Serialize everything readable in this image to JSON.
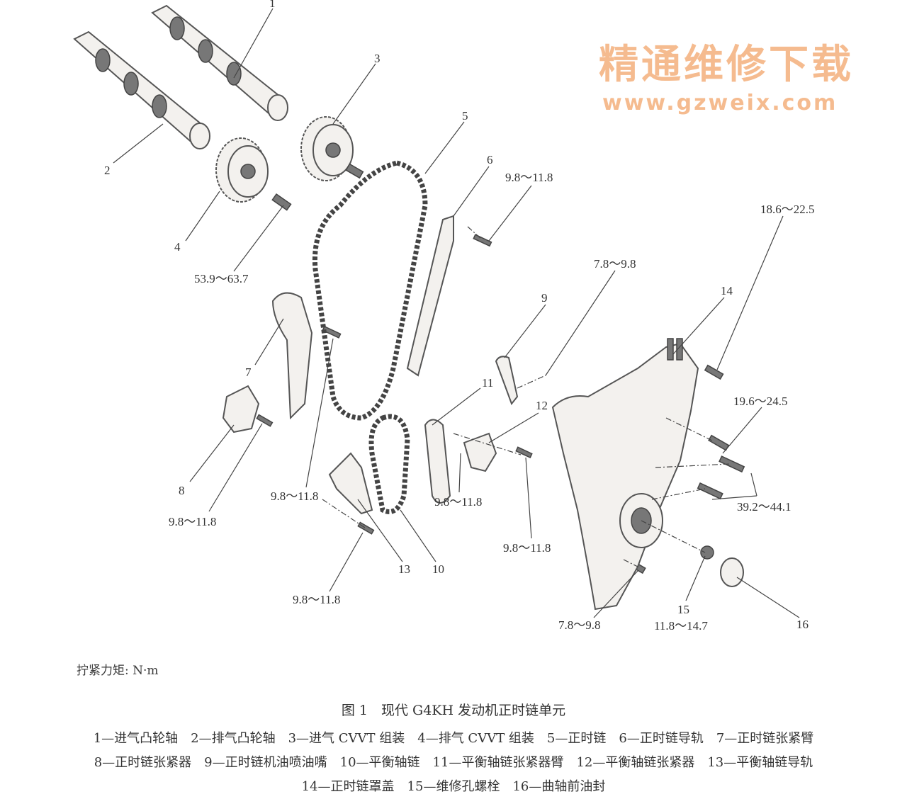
{
  "labels": {
    "p1": "1",
    "p2": "2",
    "p3": "3",
    "p4": "4",
    "p5": "5",
    "p6": "6",
    "p7": "7",
    "p8": "8",
    "p9": "9",
    "p10": "10",
    "p11": "11",
    "p12": "12",
    "p13": "13",
    "p14": "14",
    "p15": "15",
    "p16": "16"
  },
  "torques": {
    "t_cvvt": "53.9～63.7",
    "t_guide6": "9.8～11.8",
    "t_cover_top": "18.6～22.5",
    "t_nozzle": "7.8～9.8",
    "t_arm7": "9.8～11.8",
    "t_tensioner8": "9.8～11.8",
    "t_cover_mid": "19.6～24.5",
    "t_cover_big": "39.2～44.1",
    "t_arm11": "9.8～11.8",
    "t_tensioner12": "9.8～11.8",
    "t_guide13": "9.8～11.8",
    "t_cover_bottom": "7.8～9.8",
    "t_plug15": "11.8～14.7"
  },
  "watermark": {
    "cn": "精通维修下载",
    "url": "www.gzweix.com"
  },
  "torque_unit": "拧紧力矩: N·m",
  "figure_title": "图 1　现代 G4KH 发动机正时链单元",
  "legend_lines": [
    "1—进气凸轮轴　2—排气凸轮轴　3—进气 CVVT 组装　4—排气 CVVT 组装　5—正时链　6—正时链导轨　7—正时链张紧臂",
    "8—正时链张紧器　9—正时链机油喷油嘴　10—平衡轴链　11—平衡轴链张紧器臂　12—平衡轴链张紧器　13—平衡轴链导轨",
    "14—正时链罩盖　15—维修孔螺栓　16—曲轴前油封"
  ]
}
